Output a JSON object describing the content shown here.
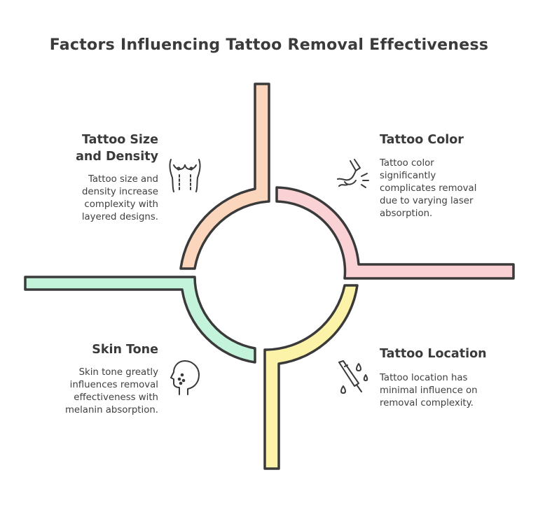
{
  "title": "Factors Influencing Tattoo Removal Effectiveness",
  "colors": {
    "outline": "#3a3a3a",
    "size_density": "#fbd6bd",
    "color": "#fad2d6",
    "skin_tone": "#c3f3da",
    "location": "#fcf3a8"
  },
  "factors": {
    "size_density": {
      "title_line1": "Tattoo Size",
      "title_line2": "and Density",
      "desc_line1": "Tattoo size and",
      "desc_line2": "density increase",
      "desc_line3": "complexity with",
      "desc_line4": "layered designs.",
      "icon": "body-torso-icon"
    },
    "color": {
      "title": "Tattoo Color",
      "desc_line1": "Tattoo color",
      "desc_line2": "significantly",
      "desc_line3": "complicates removal",
      "desc_line4": "due to varying laser",
      "desc_line5": "absorption.",
      "icon": "laser-hand-icon"
    },
    "skin_tone": {
      "title": "Skin Tone",
      "desc_line1": "Skin tone greatly",
      "desc_line2": "influences removal",
      "desc_line3": "effectiveness with",
      "desc_line4": "melanin absorption.",
      "icon": "face-profile-icon"
    },
    "location": {
      "title": "Tattoo Location",
      "desc_line1": "Tattoo location has",
      "desc_line2": "minimal influence on",
      "desc_line3": "removal complexity.",
      "icon": "tattoo-needle-icon"
    }
  }
}
